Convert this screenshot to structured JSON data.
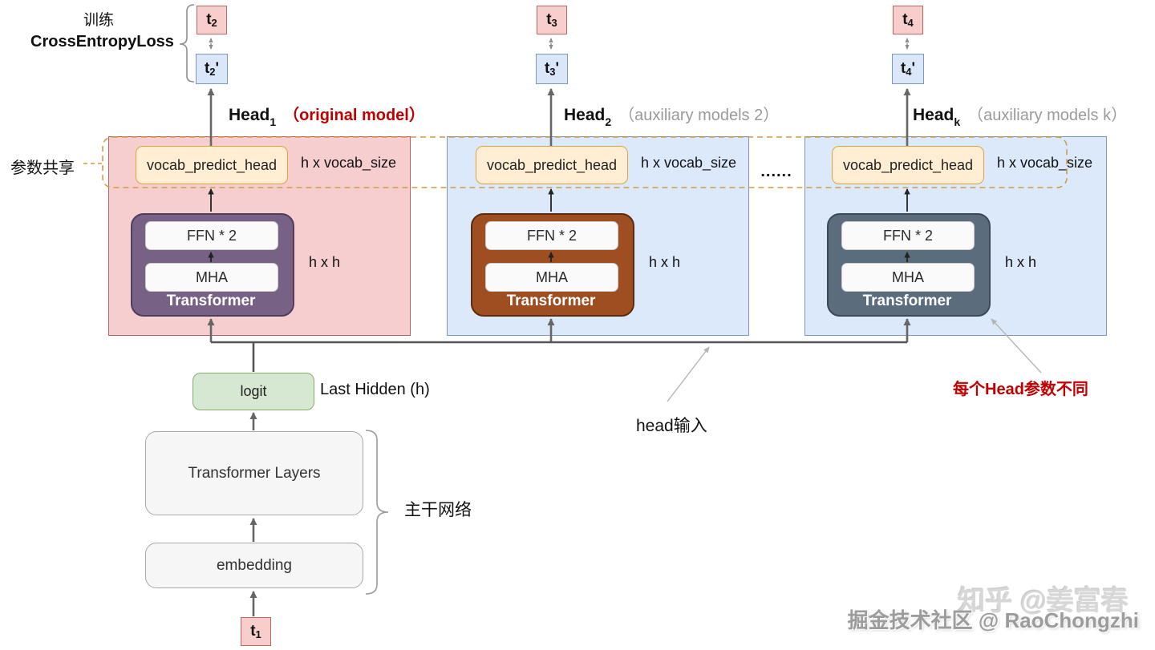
{
  "loss": {
    "train": "训练",
    "name": "CrossEntropyLoss"
  },
  "share": {
    "label": "参数共享",
    "dash_color": "#cf9c45"
  },
  "ellipsis": "......",
  "columns": [
    {
      "t_target": {
        "base": "t",
        "sub": "2"
      },
      "t_pred": {
        "base": "t",
        "sub": "2",
        "prime": "'"
      },
      "head": {
        "base": "Head",
        "sub": "1",
        "note": "（original model）",
        "note_color": "#c00000"
      },
      "vocab_label": "vocab_predict_head",
      "vocab_dim": "h x vocab_size",
      "ffn": "FFN * 2",
      "mha": "MHA",
      "tf_label": "Transformer",
      "tf_dim": "h x h",
      "panel_fill": "#f7cecf",
      "panel_stroke": "#bb6066",
      "tf_fill": "#776184",
      "tf_stroke": "#4f3e5e"
    },
    {
      "t_target": {
        "base": "t",
        "sub": "3"
      },
      "t_pred": {
        "base": "t",
        "sub": "3",
        "prime": "'"
      },
      "head": {
        "base": "Head",
        "sub": "2",
        "note": "（auxiliary models 2）",
        "note_color": "#9a9a9a"
      },
      "vocab_label": "vocab_predict_head",
      "vocab_dim": "h x vocab_size",
      "ffn": "FFN * 2",
      "mha": "MHA",
      "tf_label": "Transformer",
      "tf_dim": "h x h",
      "panel_fill": "#dce9fb",
      "panel_stroke": "#7c99bd",
      "tf_fill": "#9e4e20",
      "tf_stroke": "#5d2c0d"
    },
    {
      "t_target": {
        "base": "t",
        "sub": "4"
      },
      "t_pred": {
        "base": "t",
        "sub": "4",
        "prime": "'"
      },
      "head": {
        "base": "Head",
        "sub": "k",
        "note": "（auxiliary models k）",
        "note_color": "#9a9a9a"
      },
      "vocab_label": "vocab_predict_head",
      "vocab_dim": "h x vocab_size",
      "ffn": "FFN * 2",
      "mha": "MHA",
      "tf_label": "Transformer",
      "tf_dim": "h x h",
      "panel_fill": "#dce9fb",
      "panel_stroke": "#7c99bd",
      "tf_fill": "#5b6c7c",
      "tf_stroke": "#3d4a55"
    }
  ],
  "backbone": {
    "logit": "logit",
    "hidden_note": "Last Hidden (h)",
    "layers": "Transformer Layers",
    "embedding": "embedding",
    "t_input": {
      "base": "t",
      "sub": "1"
    },
    "brace_label": "主干网络"
  },
  "annotations": {
    "head_input": "head输入",
    "head_diff": "每个Head参数不同",
    "head_diff_color": "#c00000"
  },
  "watermarks": {
    "zhihu": "知乎 @姜富春",
    "juejin": "掘金技术社区 @ RaoChongzhi"
  }
}
